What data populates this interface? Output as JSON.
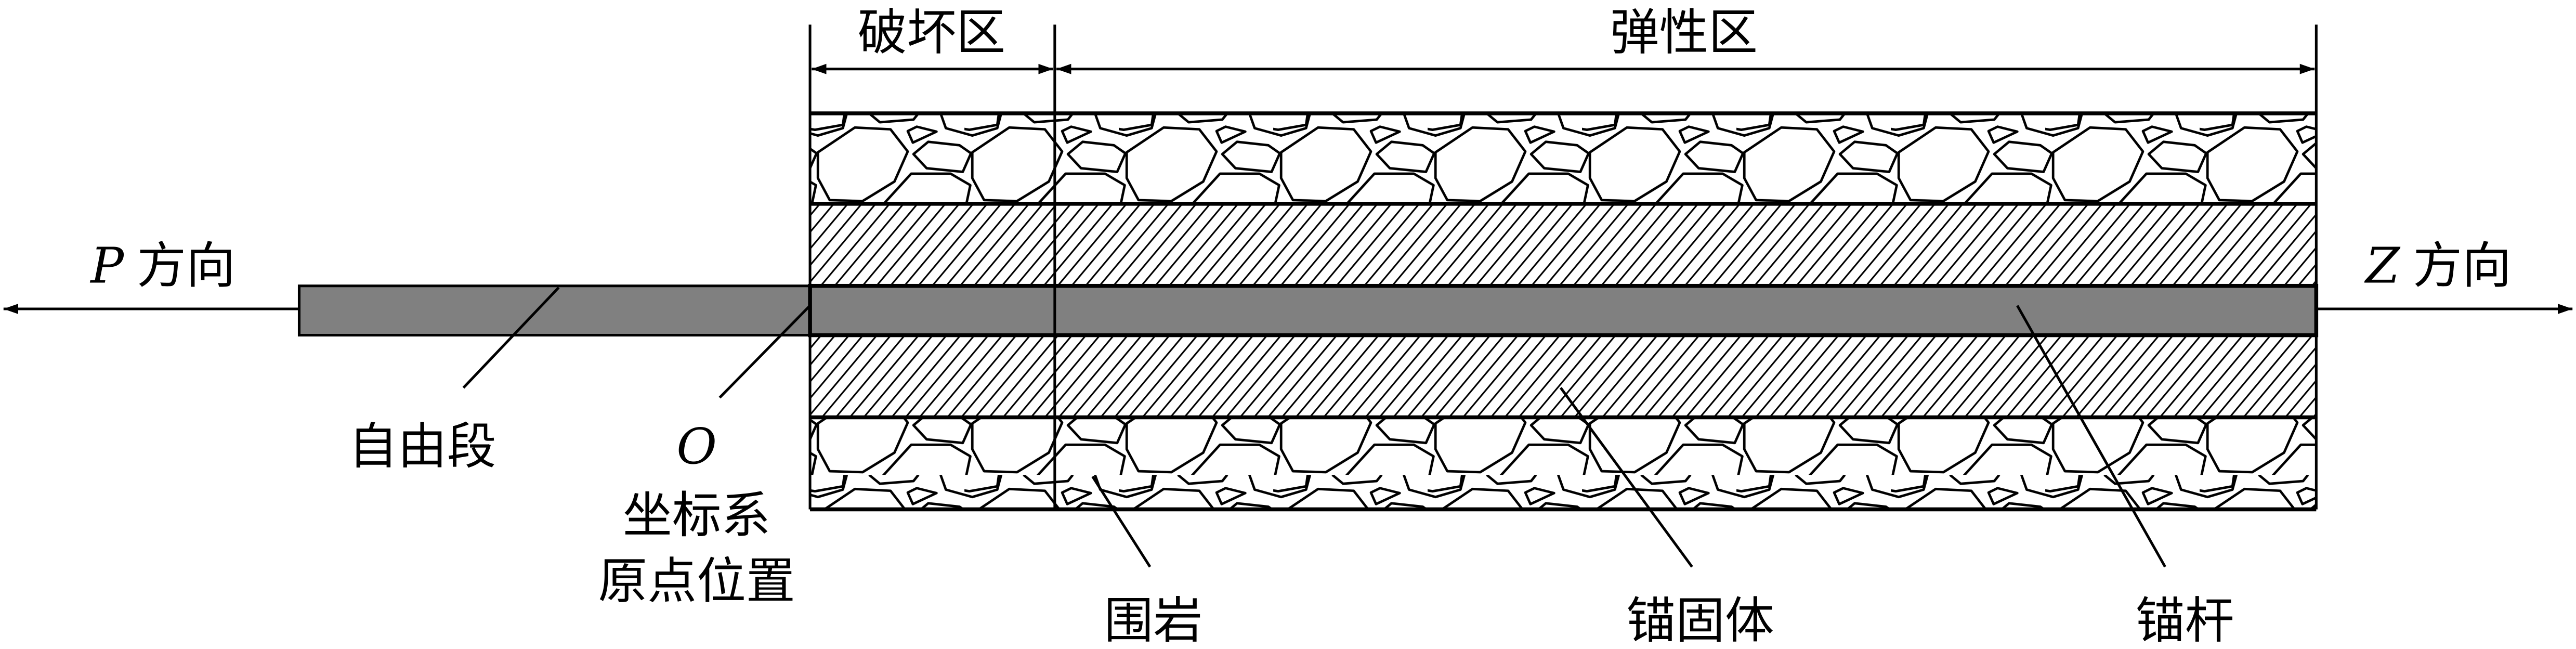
{
  "labels": {
    "p_symbol": "P",
    "p_direction": "方向",
    "z_symbol": "Z",
    "z_direction": "方向",
    "damage_zone": "破坏区",
    "elastic_zone": "弹性区",
    "free_section": "自由段",
    "origin_symbol": "O",
    "origin_line1": "坐标系",
    "origin_line2": "原点位置",
    "surrounding_rock": "围岩",
    "anchorage_body": "锚固体",
    "anchor_rod": "锚杆"
  },
  "colors": {
    "rod": "#808080",
    "line": "#000000"
  }
}
